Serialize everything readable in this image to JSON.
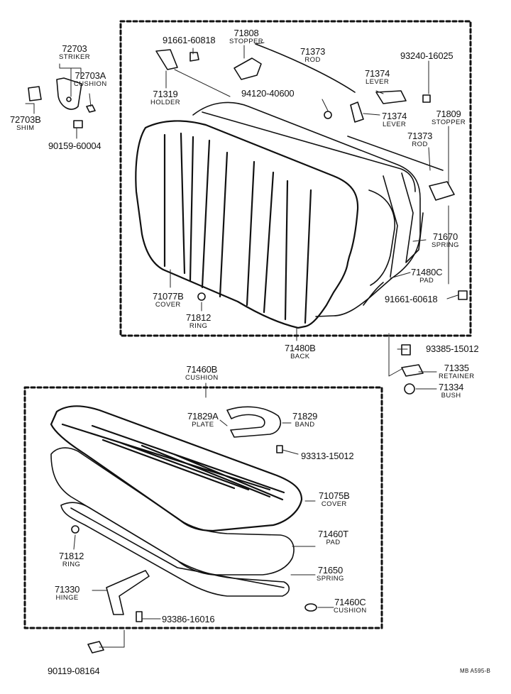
{
  "callouts": {
    "c72703": {
      "number": "72703",
      "name": "STRIKER"
    },
    "c72703a": {
      "number": "72703A",
      "name": "CUSHION"
    },
    "c72703b": {
      "number": "72703B",
      "name": "SHIM"
    },
    "c90159": {
      "number": "90159-60004",
      "name": ""
    },
    "c91661a": {
      "number": "91661-60818",
      "name": ""
    },
    "c71808": {
      "number": "71808",
      "name": "STOPPER"
    },
    "c71373a": {
      "number": "71373",
      "name": "ROD"
    },
    "c93240": {
      "number": "93240-16025",
      "name": ""
    },
    "c71319": {
      "number": "71319",
      "name": "HOLDER"
    },
    "c94120": {
      "number": "94120-40600",
      "name": ""
    },
    "c71374a": {
      "number": "71374",
      "name": "LEVER"
    },
    "c71374b": {
      "number": "71374",
      "name": "LEVER"
    },
    "c71809": {
      "number": "71809",
      "name": "STOPPER"
    },
    "c71373b": {
      "number": "71373",
      "name": "ROD"
    },
    "c71670": {
      "number": "71670",
      "name": "SPRING"
    },
    "c71480c": {
      "number": "71480C",
      "name": "PAD"
    },
    "c71077b": {
      "number": "71077B",
      "name": "COVER"
    },
    "c71812a": {
      "number": "71812",
      "name": "RING"
    },
    "c91661b": {
      "number": "91661-60618",
      "name": ""
    },
    "c71480b": {
      "number": "71480B",
      "name": "BACK"
    },
    "c93385": {
      "number": "93385-15012",
      "name": ""
    },
    "c71335": {
      "number": "71335",
      "name": "RETAINER"
    },
    "c71334": {
      "number": "71334",
      "name": "BUSH"
    },
    "c71460b": {
      "number": "71460B",
      "name": "CUSHION"
    },
    "c71829a": {
      "number": "71829A",
      "name": "PLATE"
    },
    "c71829": {
      "number": "71829",
      "name": "BAND"
    },
    "c93313": {
      "number": "93313-15012",
      "name": ""
    },
    "c71075b": {
      "number": "71075B",
      "name": "COVER"
    },
    "c71460t": {
      "number": "71460T",
      "name": "PAD"
    },
    "c71812b": {
      "number": "71812",
      "name": "RING"
    },
    "c71650": {
      "number": "71650",
      "name": "SPRING"
    },
    "c71330": {
      "number": "71330",
      "name": "HINGE"
    },
    "c71460c": {
      "number": "71460C",
      "name": "CUSHION"
    },
    "c93386": {
      "number": "93386-16016",
      "name": ""
    },
    "c90119": {
      "number": "90119-08164",
      "name": ""
    }
  },
  "footer": {
    "code": "MB  A595-B"
  }
}
